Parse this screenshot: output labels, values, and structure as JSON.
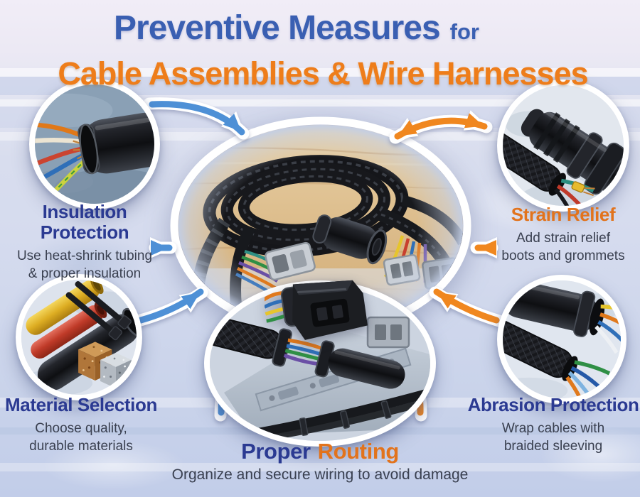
{
  "title": {
    "main": "Preventive Measures",
    "suffix": "for",
    "line2": "Cable Assemblies & Wire Harnesses"
  },
  "palette": {
    "title_blue": "#3a5fb2",
    "title_orange": "#ee7d1a",
    "heading_navy": "#2b3a92",
    "heading_orange": "#e2731c",
    "body_text": "#3a4050",
    "arrow_blue": "#4e90d6",
    "arrow_orange": "#f0871f",
    "background_top": "#f1edf7",
    "background_bottom": "#c2cde9"
  },
  "center": {
    "illustration": "cable-harness-assembly",
    "description": "Coiled black cable harness with connectors on a wooden table"
  },
  "callouts": {
    "insulation": {
      "heading_line1": "Insulation",
      "heading_line2": "Protection",
      "desc_line1": "Use heat-shrink tubing",
      "desc_line2": "& proper insulation",
      "illustration": "heat-shrink-tubing-cable"
    },
    "strain_relief": {
      "heading": "Strain Relief",
      "desc_line1": "Add strain relief",
      "desc_line2": "boots and grommets",
      "illustration": "strain-relief-boot-connectors"
    },
    "material": {
      "heading": "Material Selection",
      "desc_line1": "Choose quality,",
      "desc_line2": "durable materials",
      "illustration": "tubing-and-material-samples"
    },
    "abrasion": {
      "heading": "Abrasion Protection",
      "desc_line1": "Wrap cables with",
      "desc_line2": "braided sleeving",
      "illustration": "braided-sleeving-wires"
    },
    "routing": {
      "heading_word1": "Proper",
      "heading_word2": "Routing",
      "desc": "Organize and secure wiring to avoid damage",
      "illustration": "secured-wiring-chassis"
    }
  },
  "arrows": [
    {
      "name": "arrow-insulation-to-center",
      "color": "blue",
      "direction": "to-center"
    },
    {
      "name": "arrow-insulation-text-to-center",
      "color": "blue",
      "direction": "right"
    },
    {
      "name": "arrow-material-to-center",
      "color": "blue",
      "direction": "to-center"
    },
    {
      "name": "arrow-routing-to-center-left",
      "color": "blue",
      "direction": "to-center"
    },
    {
      "name": "arrow-strain-relief-center-link",
      "color": "orange",
      "direction": "bidirectional"
    },
    {
      "name": "arrow-strain-relief-text-to-center",
      "color": "orange",
      "direction": "left"
    },
    {
      "name": "arrow-abrasion-to-center",
      "color": "orange",
      "direction": "to-center"
    },
    {
      "name": "arrow-routing-to-center-right",
      "color": "orange",
      "direction": "to-center"
    }
  ]
}
